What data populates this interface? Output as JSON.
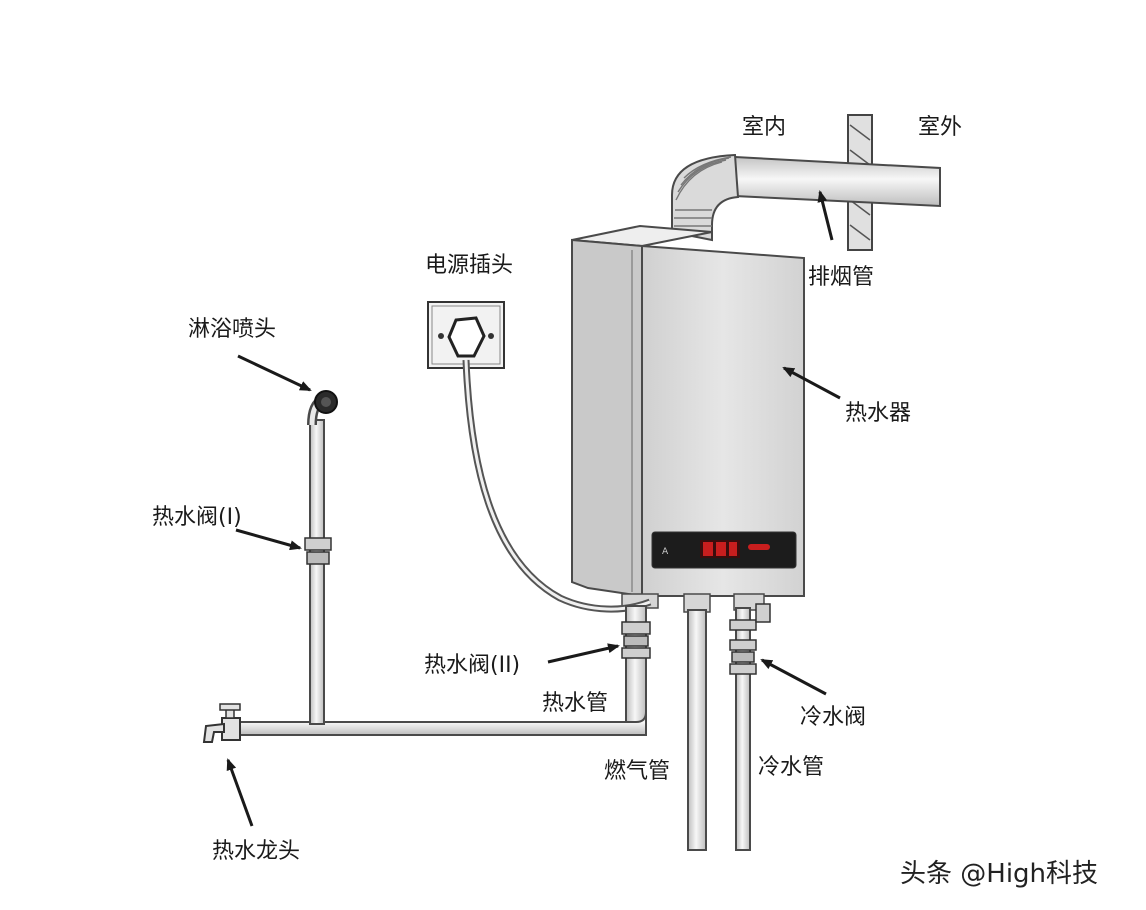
{
  "labels": {
    "indoor": "室内",
    "outdoor": "室外",
    "flue_pipe": "排烟管",
    "power_plug": "电源插头",
    "shower_head": "淋浴喷头",
    "water_heater": "热水器",
    "hot_valve_1": "热水阀(I)",
    "hot_valve_2": "热水阀(II)",
    "hot_pipe": "热水管",
    "cold_valve": "冷水阀",
    "gas_pipe": "燃气管",
    "cold_pipe": "冷水管",
    "hot_faucet": "热水龙头"
  },
  "watermark": "头条 @High科技",
  "colors": {
    "pipe_fill": "#e8e8e8",
    "pipe_stroke": "#4a4a4a",
    "heater_body": "#dcdcdc",
    "heater_side": "#c4c4c4",
    "display_bg": "#1c1c1c",
    "display_red": "#c81e1e"
  }
}
